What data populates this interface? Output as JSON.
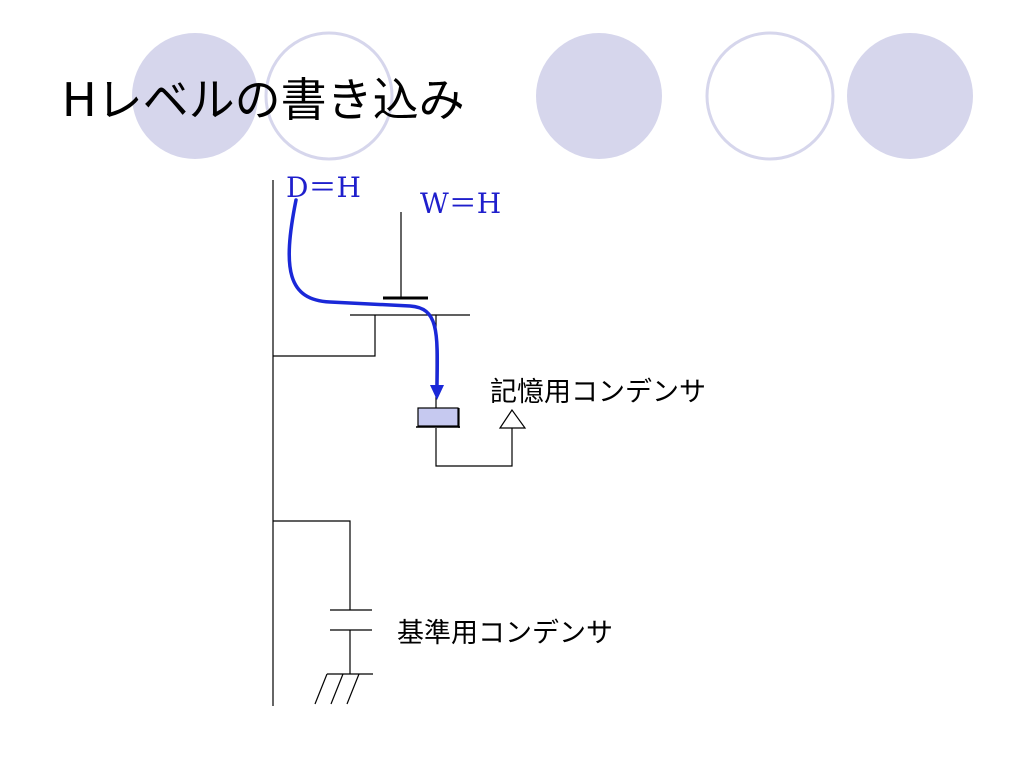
{
  "slide": {
    "title": "Hレベルの書き込み"
  },
  "labels": {
    "data_line": "D＝H",
    "word_line": "W＝H",
    "storage_capacitor": "記憶用コンデンサ",
    "reference_capacitor": "基準用コンデンサ"
  },
  "colors": {
    "decor_fill": "#d6d6ec",
    "decor_ring": "#d6d6ec",
    "signal_text": "#1f1fcc",
    "current_arrow": "#1a28d8",
    "capacitor_fill": "#c6c9f0",
    "wire": "#000000"
  },
  "icons": {
    "current_path": "arrow-curve-down",
    "storage_terminal": "triangle-outline",
    "ground": "hatch-ground"
  }
}
